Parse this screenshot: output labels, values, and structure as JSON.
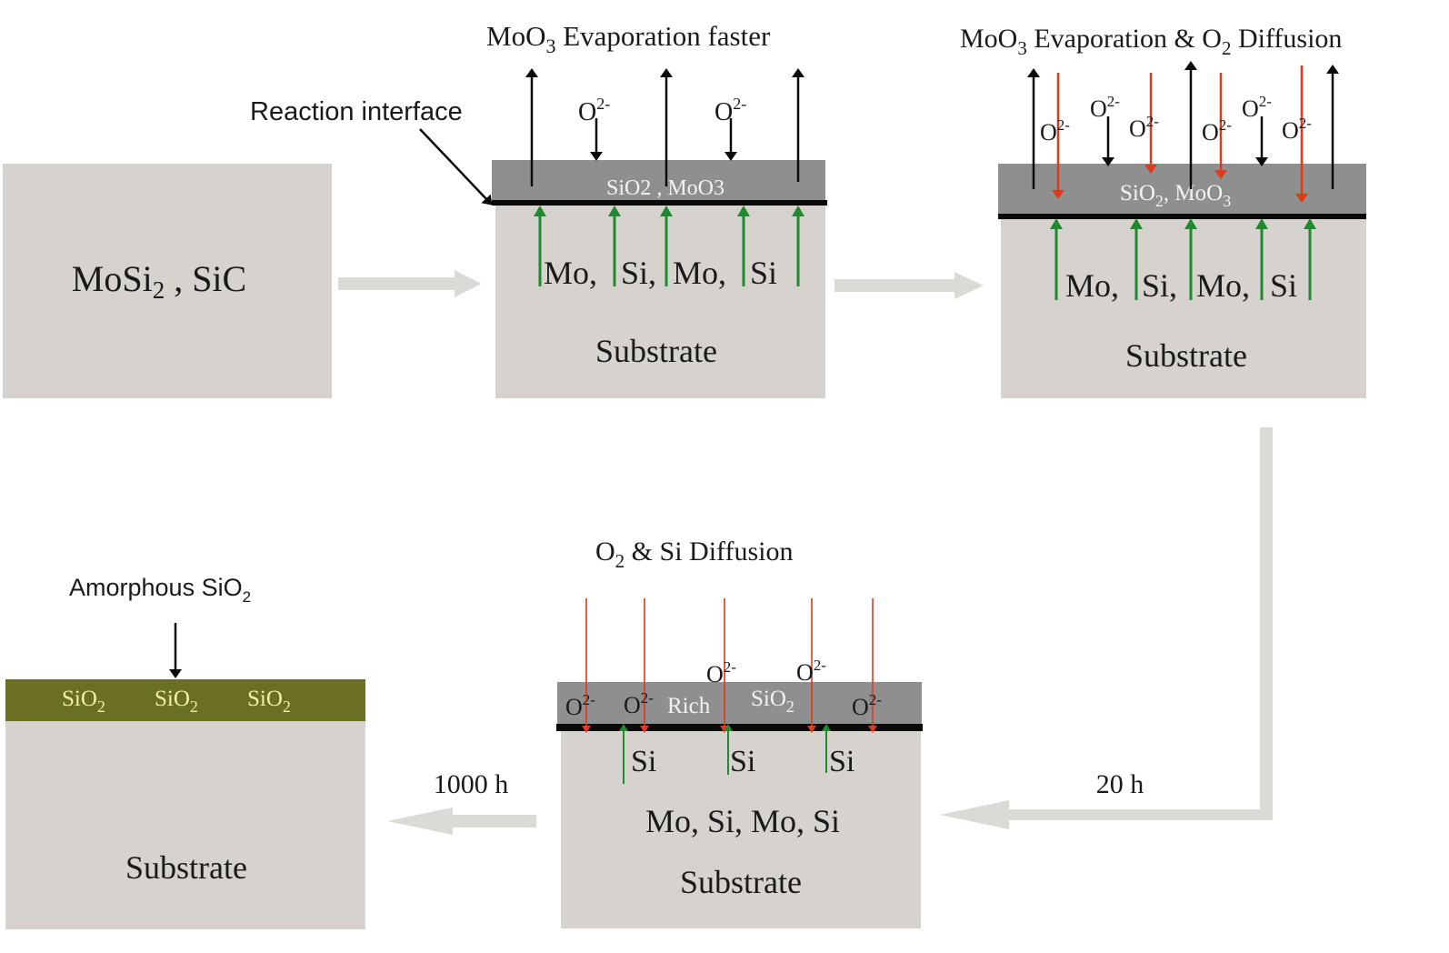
{
  "colors": {
    "substrate": "#d6d3cf",
    "oxide_layer": "#8f8f8f",
    "interface_line": "#0a0a0a",
    "flow_arrow": "#dcdad6",
    "o2_arrow_red": "#e03a1a",
    "metal_arrow_green": "#1f8a2e",
    "amorphous_layer": "#6a6f22",
    "amorphous_text": "#f2f0a0"
  },
  "stage1": {
    "label_main": "MoSi",
    "label_sub": "2",
    "label_tail": " , SiC"
  },
  "stage2": {
    "title_main": "MoO",
    "title_sub": "3",
    "title_tail": " Evaporation  faster",
    "interface_label": "Reaction interface",
    "oxide_label": "SiO2 , MoO3",
    "ion_label": "O",
    "ion_charge": "2-",
    "metals": [
      "Mo,",
      "Si,",
      "Mo,",
      "Si"
    ],
    "substrate_label": "Substrate"
  },
  "stage3": {
    "title_a": "MoO",
    "title_a_sub": "3",
    "title_b": " Evaporation & O",
    "title_b_sub": "2",
    "title_c": " Diffusion",
    "ion_label": "O",
    "ion_charge": "2-",
    "oxide_a": "SiO",
    "oxide_a_sub": "2",
    "oxide_b": ", MoO",
    "oxide_b_sub": "3",
    "metals": [
      "Mo,",
      "Si,",
      "Mo,",
      "Si"
    ],
    "substrate_label": "Substrate"
  },
  "arrow_20h": "20 h",
  "stage4": {
    "title_a": "O",
    "title_a_sub": "2",
    "title_b": "  &  Si  Diffusion",
    "ion_label": "O",
    "ion_charge": "2-",
    "rich_label": "Rich",
    "oxide_main": "SiO",
    "oxide_sub": "2",
    "si_labels": [
      "Si",
      "Si",
      "Si"
    ],
    "metals_line": "Mo, Si, Mo, Si",
    "substrate_label": "Substrate"
  },
  "arrow_1000h": "1000 h",
  "stage5": {
    "pointer_label": "Amorphous SiO",
    "pointer_sub": "2",
    "oxide_main": "SiO",
    "oxide_sub": "2",
    "substrate_label": "Substrate"
  }
}
